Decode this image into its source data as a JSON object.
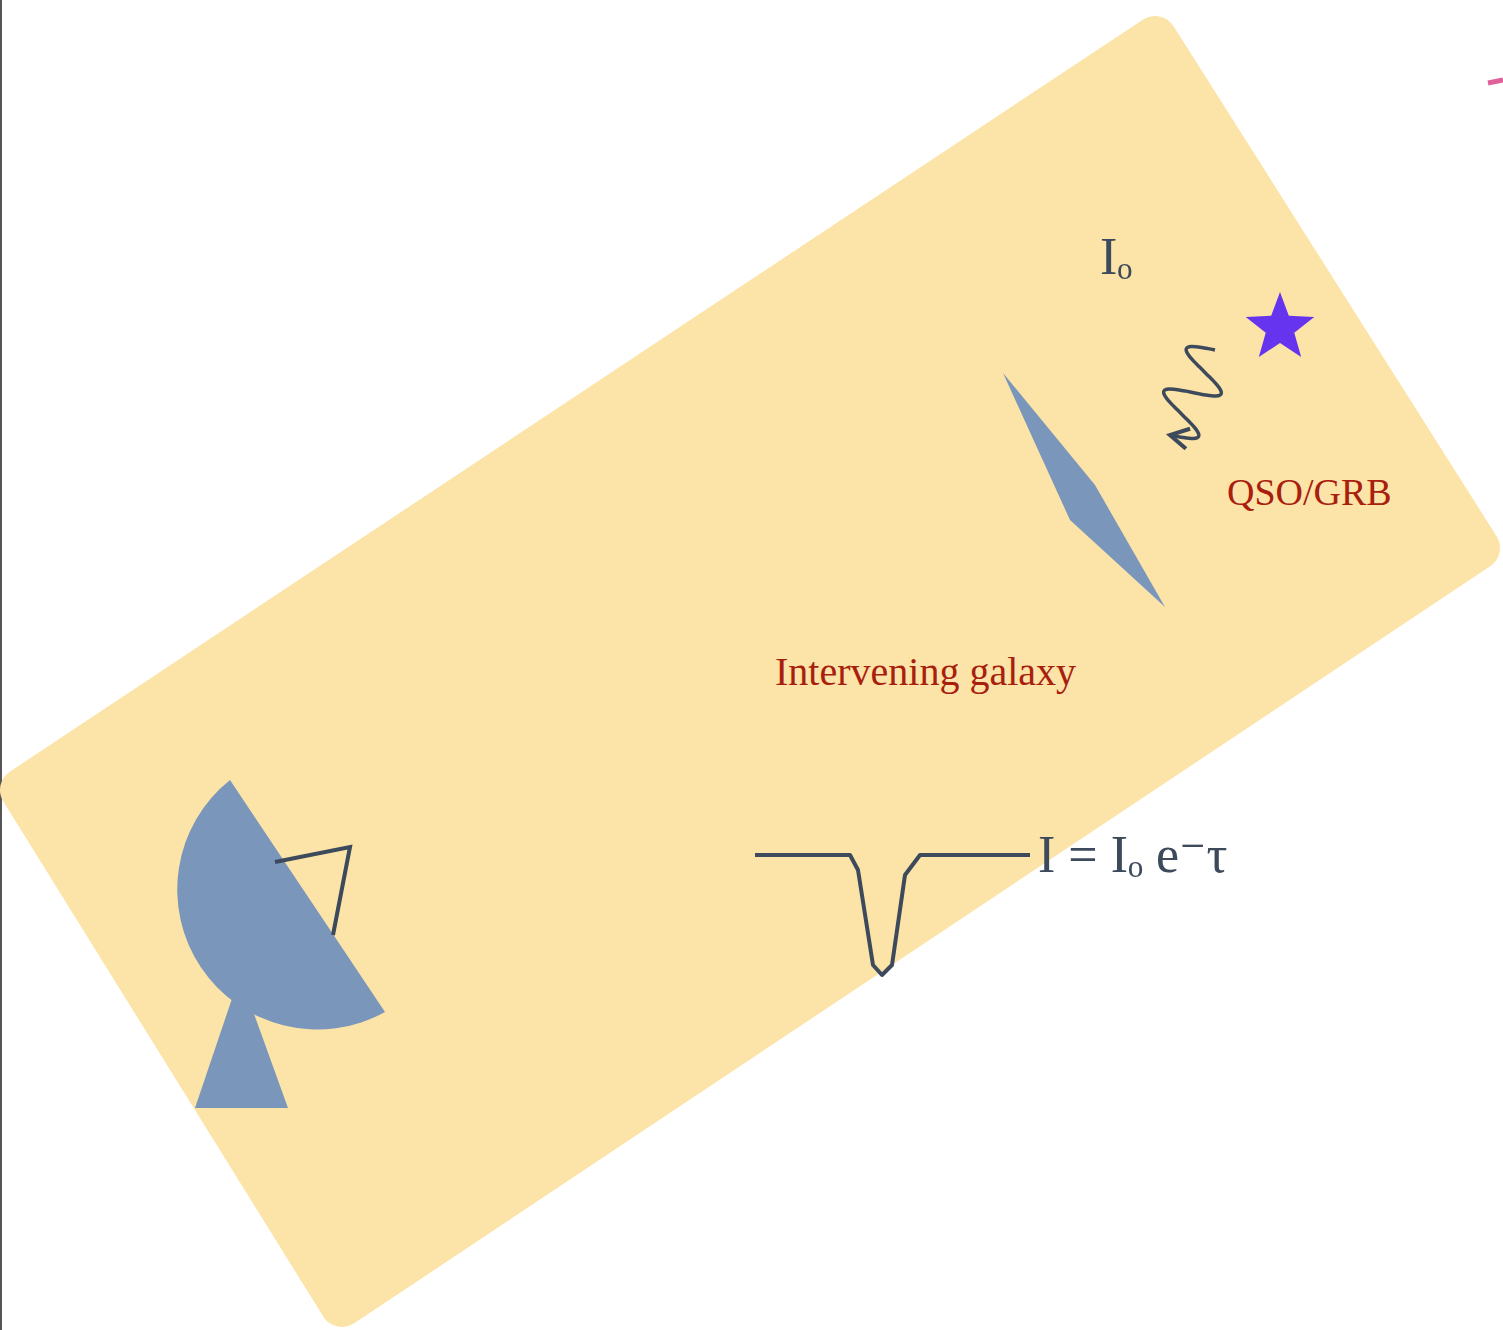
{
  "diagram": {
    "nodes": [
      {
        "text": [
          "QSO/GRB"
        ]
      },
      {
        "text": [
          "Intervening galaxy"
        ]
      }
    ],
    "edges": [
      {
        "from": 0,
        "to": 1,
        "arrow": "to",
        "label": "Iₒ"
      }
    ],
    "labels": [
      "I = Iₒ e⁻τ"
    ]
  }
}
